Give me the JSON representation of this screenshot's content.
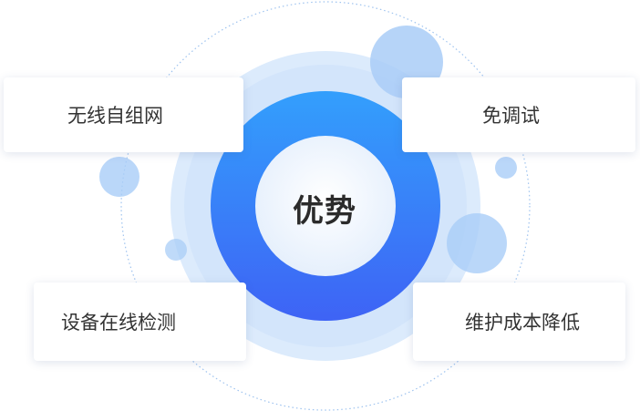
{
  "diagram": {
    "center_label": "优势",
    "items": [
      {
        "label": "无线自组网"
      },
      {
        "label": "免调试"
      },
      {
        "label": "设备在线检测"
      },
      {
        "label": "维护成本降低"
      }
    ]
  },
  "colors": {
    "ring_top": "#339ffc",
    "ring_bottom": "#3e63f5",
    "halo": "#dcebfc",
    "bubble": "#a9cdf7",
    "dotted_circle": "#9ec3ef",
    "center_fill": "#eef5ff",
    "card_text": "#333333"
  }
}
